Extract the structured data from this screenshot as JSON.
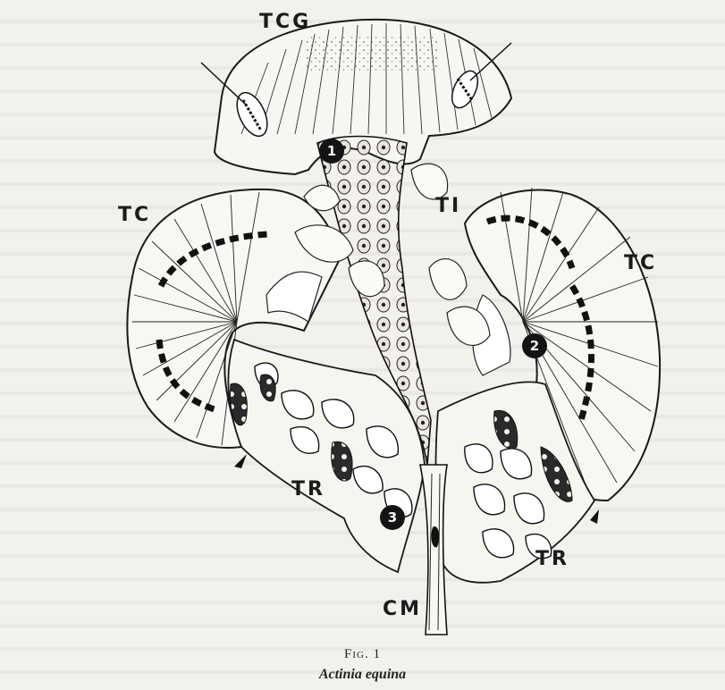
{
  "labels": {
    "tcg": "TCG",
    "tc_left": "TC",
    "tc_right": "TC",
    "ti": "TI",
    "tr_left": "TR",
    "tr_right": "TR",
    "cm": "CM"
  },
  "numbers": {
    "n1": "1",
    "n2": "2",
    "n3": "3"
  },
  "caption": {
    "figure": "Fig. 1",
    "species": "Actinia equina"
  },
  "colors": {
    "ink": "#1b1b1b",
    "paper": "#f3f1ec"
  }
}
